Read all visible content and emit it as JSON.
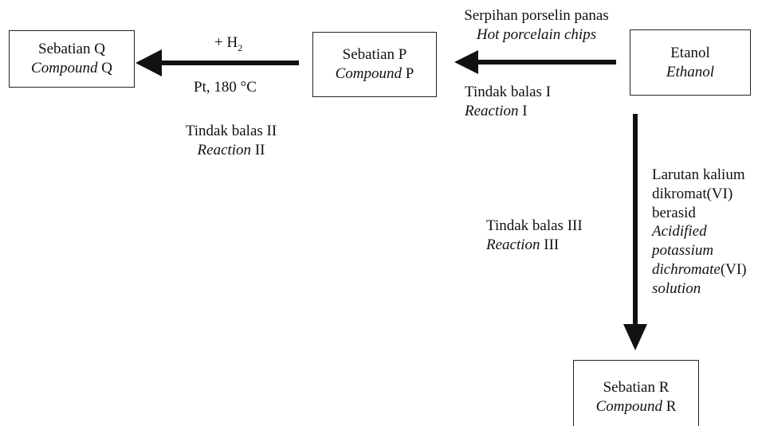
{
  "compounds": {
    "Q": {
      "name_ms": "Sebatian Q",
      "name_en_italic": "Compound",
      "name_en_letter": " Q"
    },
    "P": {
      "name_ms": "Sebatian P",
      "name_en_italic": "Compound",
      "name_en_letter": " P"
    },
    "ethanol": {
      "name_ms": "Etanol",
      "name_en": "Ethanol"
    },
    "R": {
      "name_ms": "Sebatian R",
      "name_en_italic": "Compound",
      "name_en_letter": " R"
    }
  },
  "reaction_I": {
    "condition_ms": "Serpihan porselin panas",
    "condition_en": "Hot porcelain chips",
    "label_ms": "Tindak balas I",
    "label_en_italic": "Reaction",
    "label_en_num": " I"
  },
  "reaction_II": {
    "reagent_prefix": "+ H",
    "reagent_subscript": "2",
    "condition": "Pt, 180 °C",
    "label_ms": "Tindak balas II",
    "label_en_italic": "Reaction",
    "label_en_num": " II"
  },
  "reaction_III": {
    "label_ms": "Tindak balas III",
    "label_en_italic": "Reaction",
    "label_en_num": " III",
    "reagent_ms": [
      "Larutan kalium",
      "dikromat(VI)",
      "berasid"
    ],
    "reagent_en_1": "Acidified",
    "reagent_en_2": "potassium",
    "reagent_en_3_italic": "dichromate",
    "reagent_en_3_plain": "(VI)",
    "reagent_en_4": "solution"
  }
}
